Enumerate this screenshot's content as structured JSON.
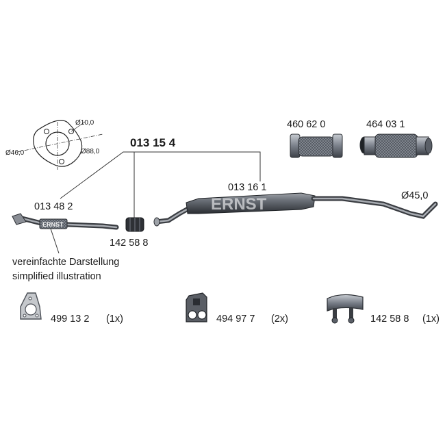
{
  "assembly_number": "013 15 4",
  "flange_dimensions": {
    "small_hole": "Ø10,0",
    "left": "Ø46,0",
    "right": "Ø88,0"
  },
  "parts": {
    "front_pipe": "013 48 2",
    "clamp": "142 58 8",
    "silencer": "013 16 1",
    "diameter": "Ø45,0",
    "flex_a": "460 62 0",
    "flex_b": "464 03 1"
  },
  "note": {
    "de": "vereinfachte Darstellung",
    "en": "simplified illustration"
  },
  "logo_text": "ERNST",
  "accessories": [
    {
      "part": "499 13 2",
      "qty": "(1x)",
      "icon": "gasket-icon"
    },
    {
      "part": "494 97 7",
      "qty": "(2x)",
      "icon": "rubber-mount-icon"
    },
    {
      "part": "142 58 8",
      "qty": "(1x)",
      "icon": "clamp-icon"
    }
  ]
}
